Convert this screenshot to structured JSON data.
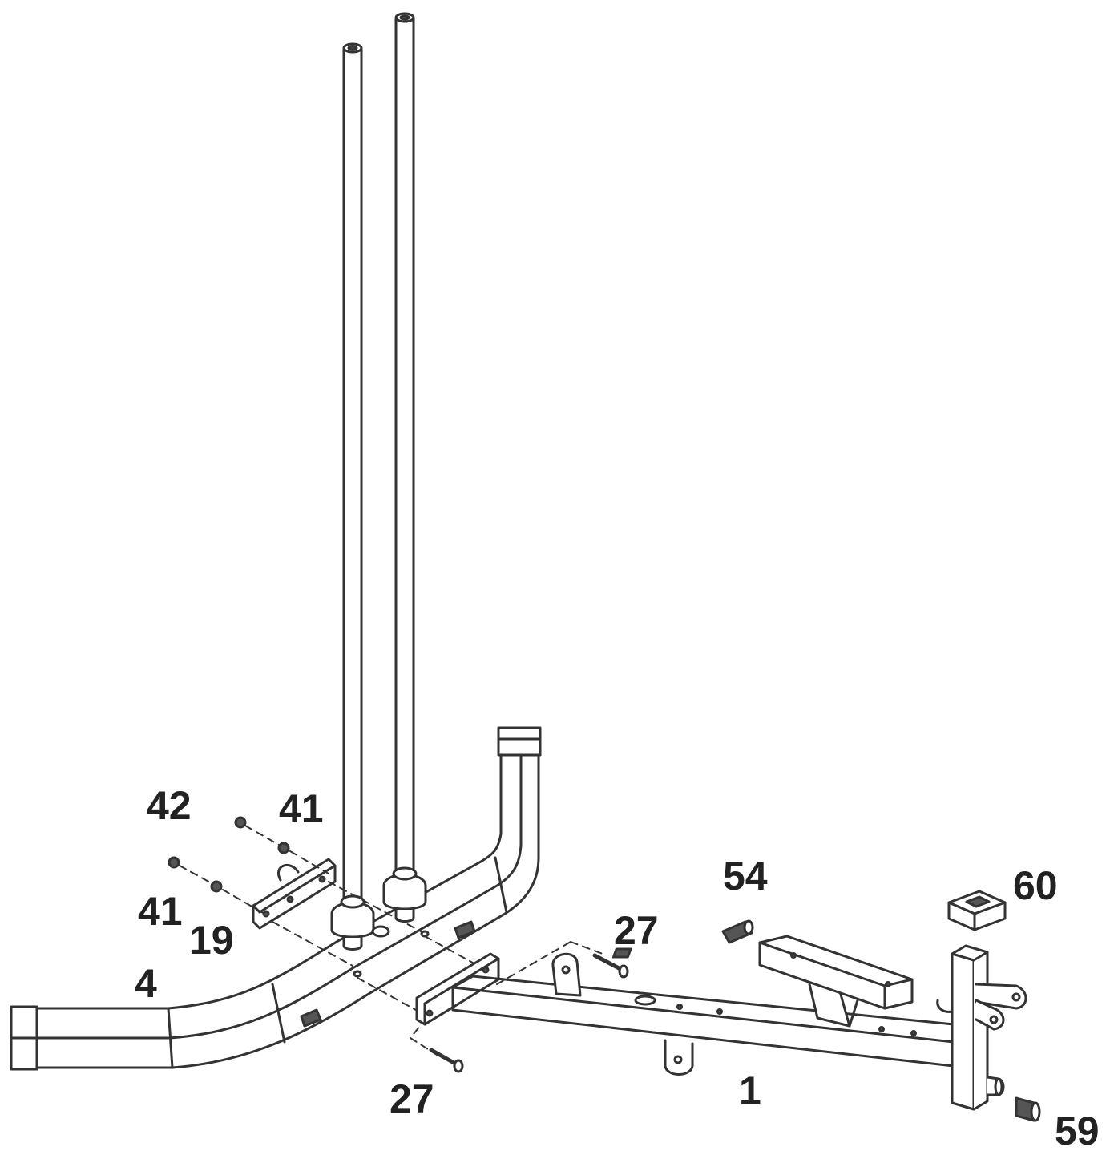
{
  "colors": {
    "line": "#333333",
    "fill": "#ffffff",
    "shade": "#555555",
    "label": "#222222"
  },
  "part_labels": {
    "p42": "42",
    "p41_top": "41",
    "p41_left": "41",
    "p19": "19",
    "p4": "4",
    "p54": "54",
    "p60": "60",
    "p27_top": "27",
    "p27_bottom": "27",
    "p1": "1",
    "p59": "59"
  }
}
